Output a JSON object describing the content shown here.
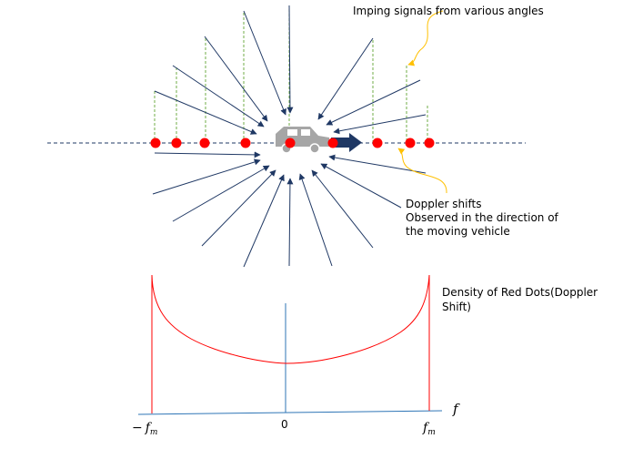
{
  "annotations": {
    "signals_label": "Imping signals from various angles",
    "doppler_line1": "Doppler shifts",
    "doppler_line2": "Observed in the direction of",
    "doppler_line3": "the moving vehicle",
    "density_line1": "Density of Red Dots(Doppler",
    "density_line2": "Shift)"
  },
  "axis": {
    "f_label": "f",
    "neg_fm_sign": "−",
    "fm_base": "f",
    "fm_sub": "m",
    "zero_label": "0"
  },
  "colors": {
    "arrow": "#1f3864",
    "dot": "#ff0000",
    "dashed_axis": "#1f3864",
    "projection": "#70ad47",
    "pointer": "#ffc000",
    "curve": "#ff0000",
    "spectrum_axis": "#2e75b6",
    "vehicle_arrow": "#1f3864",
    "car": "#a6a6a6"
  },
  "icons": {
    "vehicle": "car-icon"
  }
}
